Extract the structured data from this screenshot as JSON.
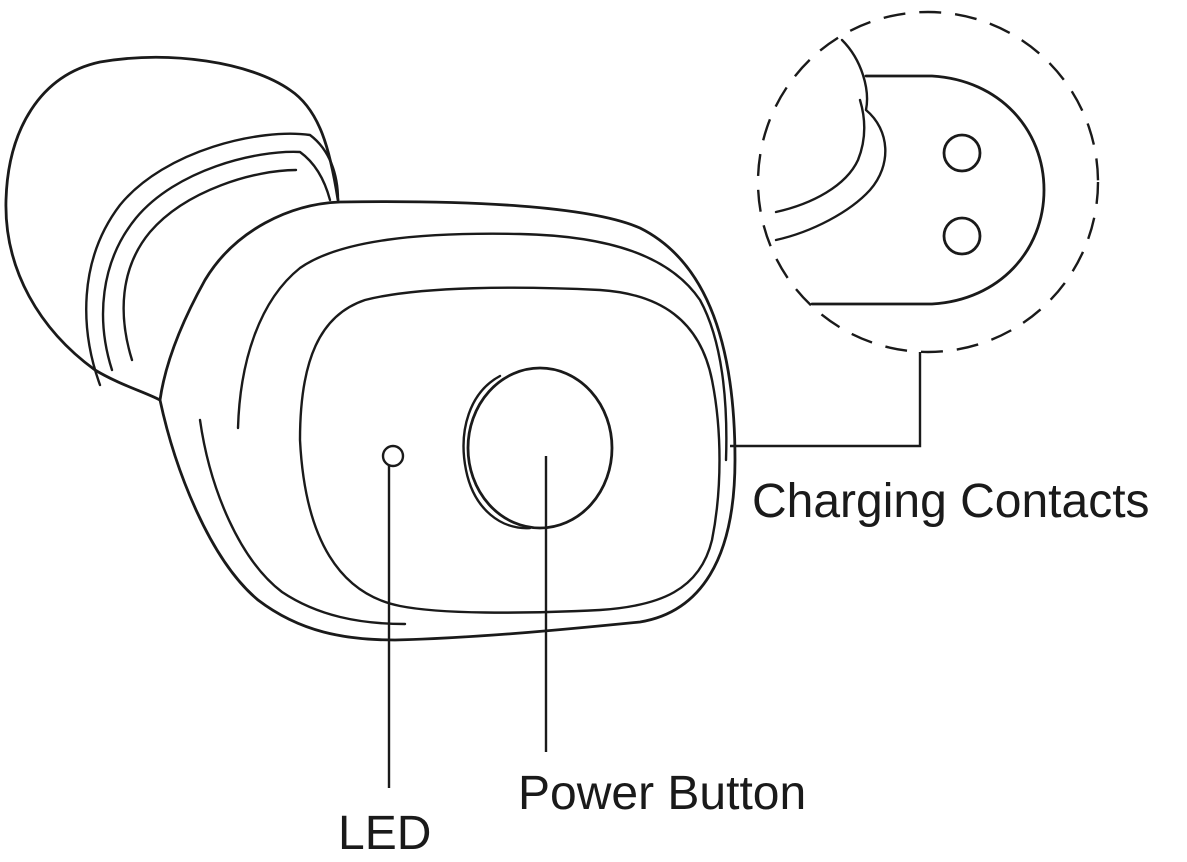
{
  "callouts": {
    "charging_contacts": "Charging Contacts",
    "power_button": "Power Button",
    "led": "LED"
  },
  "colors": {
    "line": "#1a1a1a",
    "background": "#ffffff"
  }
}
